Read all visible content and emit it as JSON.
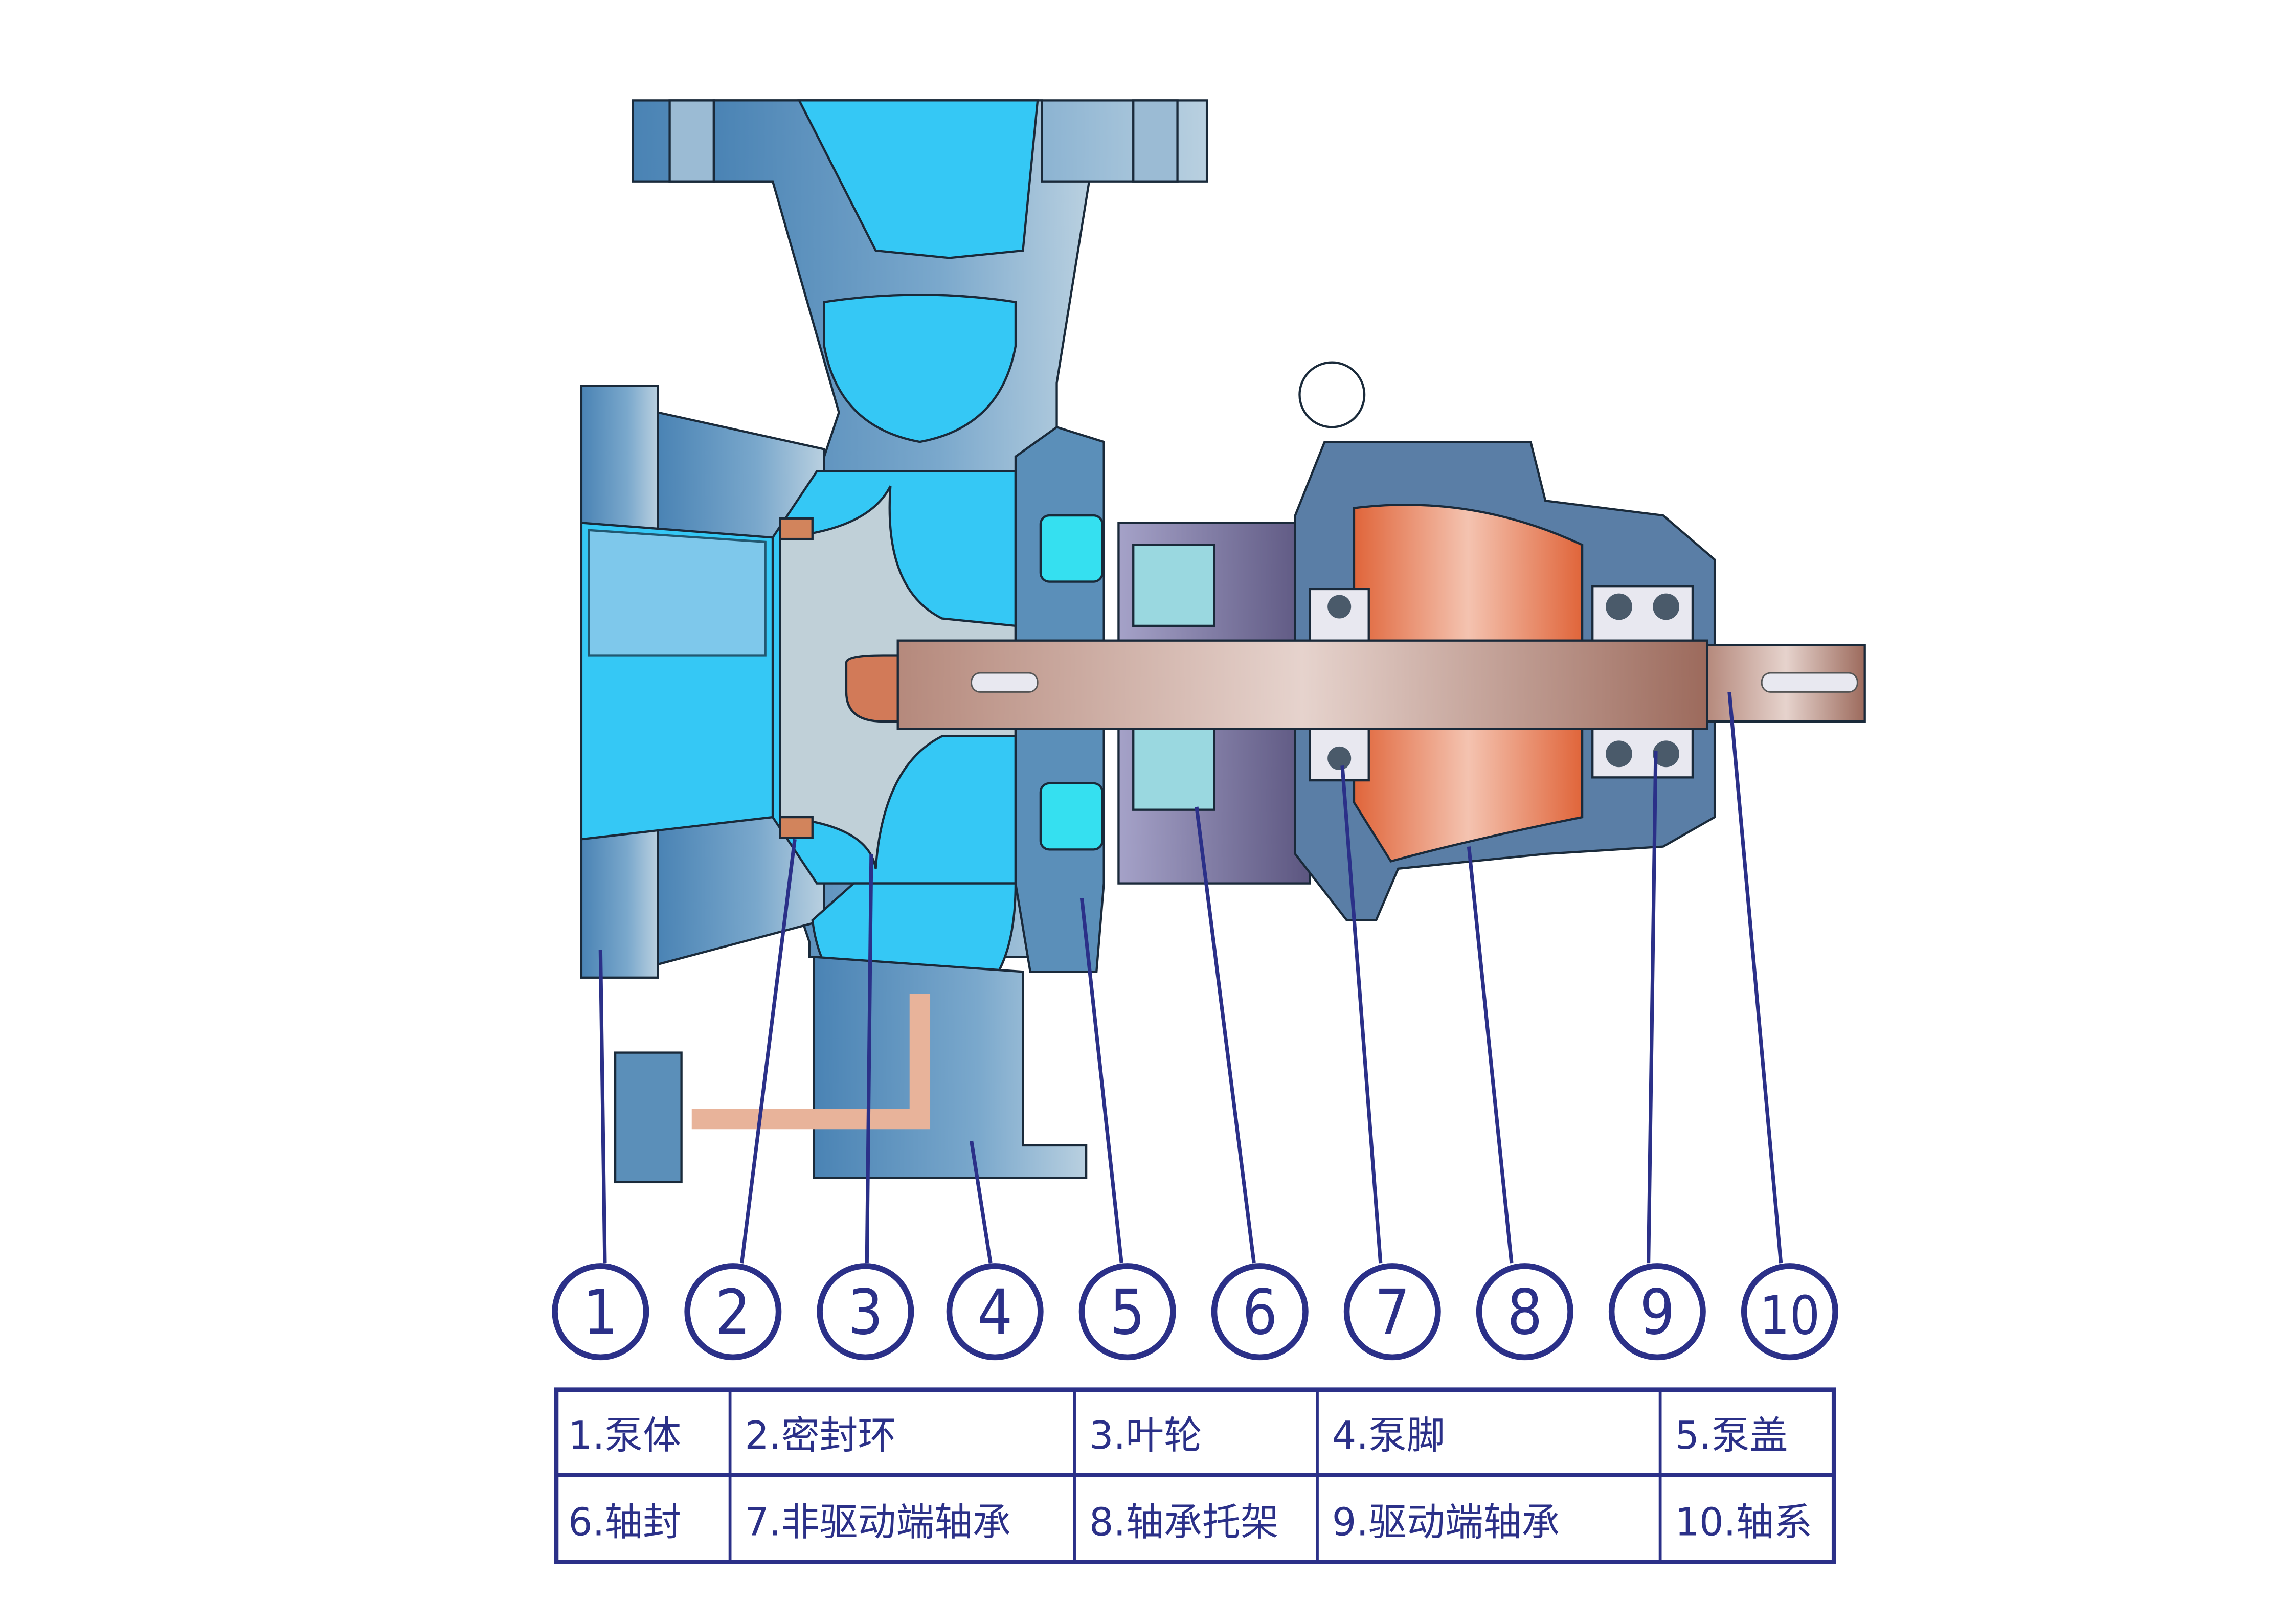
{
  "diagram": {
    "colors": {
      "casing": "#5b8fb9",
      "fluid": "#35c8f5",
      "shaft": "#c7a49a",
      "bearing_frame": "#e8825a",
      "callout": "#2b3088"
    },
    "callouts": [
      "1",
      "2",
      "3",
      "4",
      "5",
      "6",
      "7",
      "8",
      "9",
      "10"
    ],
    "legend": [
      [
        "1.泵体",
        "2.密封环",
        "3.叶轮",
        "4.泵脚",
        "5.泵盖"
      ],
      [
        "6.轴封",
        "7.非驱动端轴承",
        "8.轴承托架",
        "9.驱动端轴承",
        "10.轴系"
      ]
    ]
  }
}
